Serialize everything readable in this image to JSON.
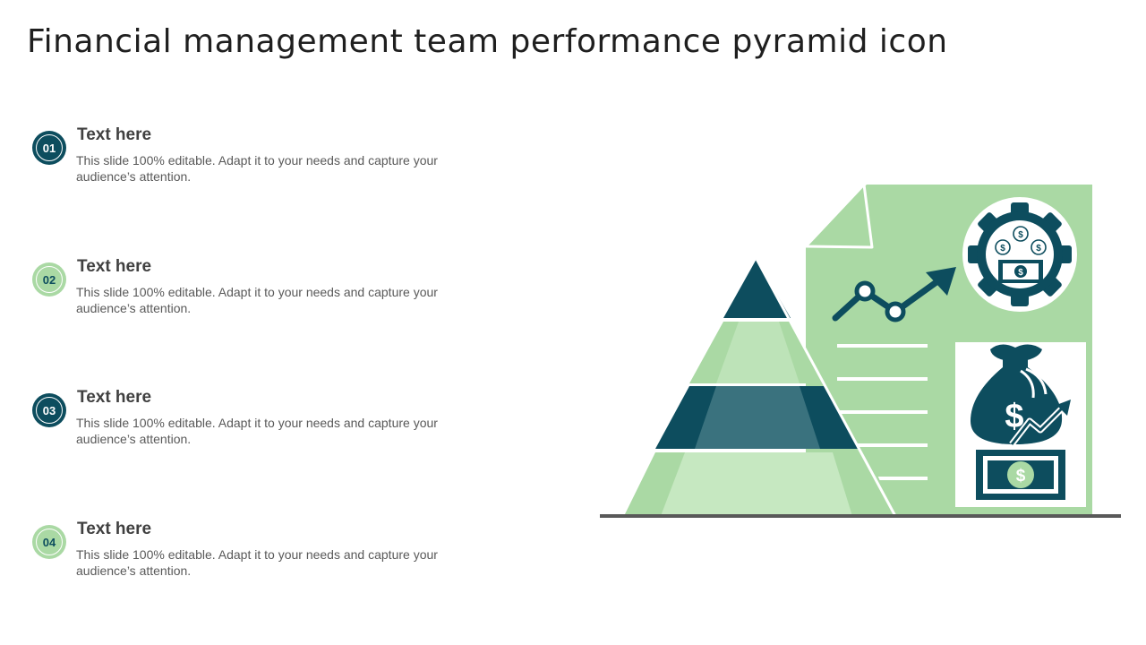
{
  "slide": {
    "title": "Financial management team performance pyramid icon"
  },
  "items": [
    {
      "number": "01",
      "heading": "Text here",
      "body": "This slide 100% editable. Adapt it to your needs and capture your audience’s attention.",
      "style": "dark"
    },
    {
      "number": "02",
      "heading": "Text here",
      "body": "This slide 100% editable. Adapt it to your needs and capture your audience’s attention.",
      "style": "light"
    },
    {
      "number": "03",
      "heading": "Text here",
      "body": "This slide 100% editable. Adapt it to your needs and capture your audience’s attention.",
      "style": "dark"
    },
    {
      "number": "04",
      "heading": "Text here",
      "body": "This slide 100% editable. Adapt it to your needs and capture your audience’s attention.",
      "style": "light"
    }
  ],
  "icons": {
    "illustration": "pyramid-with-document-icon",
    "gear": "gear-money-icon",
    "trend": "trend-arrow-icon",
    "money_bag": "money-bag-growth-icon",
    "banknote": "banknote-icon",
    "dollar_sign": "$"
  },
  "colors": {
    "dark_teal": "#0d4d5e",
    "light_green": "#aad9a4",
    "pale_green": "#c6e8c1",
    "baseline": "#595959"
  }
}
